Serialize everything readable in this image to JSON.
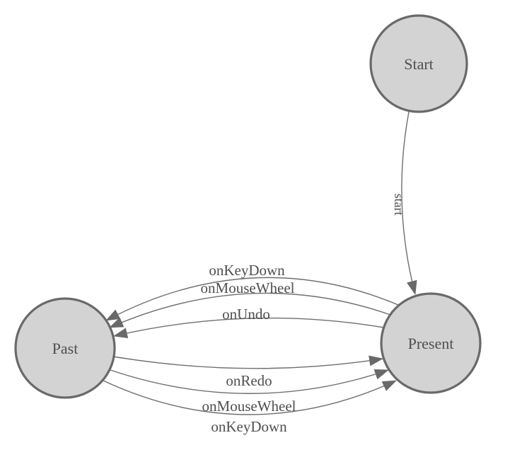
{
  "diagram": {
    "type": "state-machine",
    "background_color": "#ffffff",
    "node_fill_color": "#d3d3d3",
    "node_border_color": "#696969",
    "edge_color": "#6e6e6e",
    "arrowhead_color": "#696969",
    "label_color": "#4f4f4f",
    "nodes": [
      {
        "id": "start",
        "label": "Start"
      },
      {
        "id": "past",
        "label": "Past"
      },
      {
        "id": "present",
        "label": "Present"
      }
    ],
    "edges": [
      {
        "from": "start",
        "to": "present",
        "label": "start"
      },
      {
        "from": "present",
        "to": "past",
        "label": "onKeyDown"
      },
      {
        "from": "present",
        "to": "past",
        "label": "onMouseWheel"
      },
      {
        "from": "present",
        "to": "past",
        "label": "onUndo"
      },
      {
        "from": "past",
        "to": "present",
        "label": "onRedo"
      },
      {
        "from": "past",
        "to": "present",
        "label": "onMouseWheel"
      },
      {
        "from": "past",
        "to": "present",
        "label": "onKeyDown"
      }
    ]
  }
}
